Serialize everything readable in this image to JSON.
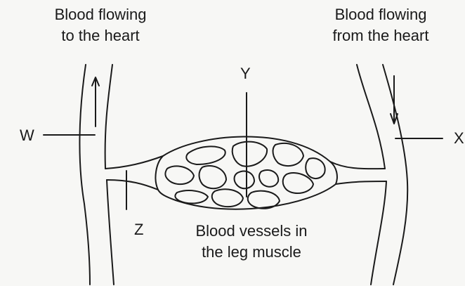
{
  "labels": {
    "top_left_line1": "Blood flowing",
    "top_left_line2": "to the heart",
    "top_right_line1": "Blood flowing",
    "top_right_line2": "from the heart",
    "bottom_line1": "Blood vessels in",
    "bottom_line2": "the leg muscle"
  },
  "markers": {
    "w": "W",
    "x": "X",
    "y": "Y",
    "z": "Z"
  },
  "colors": {
    "ink": "#1a1a1a",
    "paper": "#f7f7f5"
  }
}
